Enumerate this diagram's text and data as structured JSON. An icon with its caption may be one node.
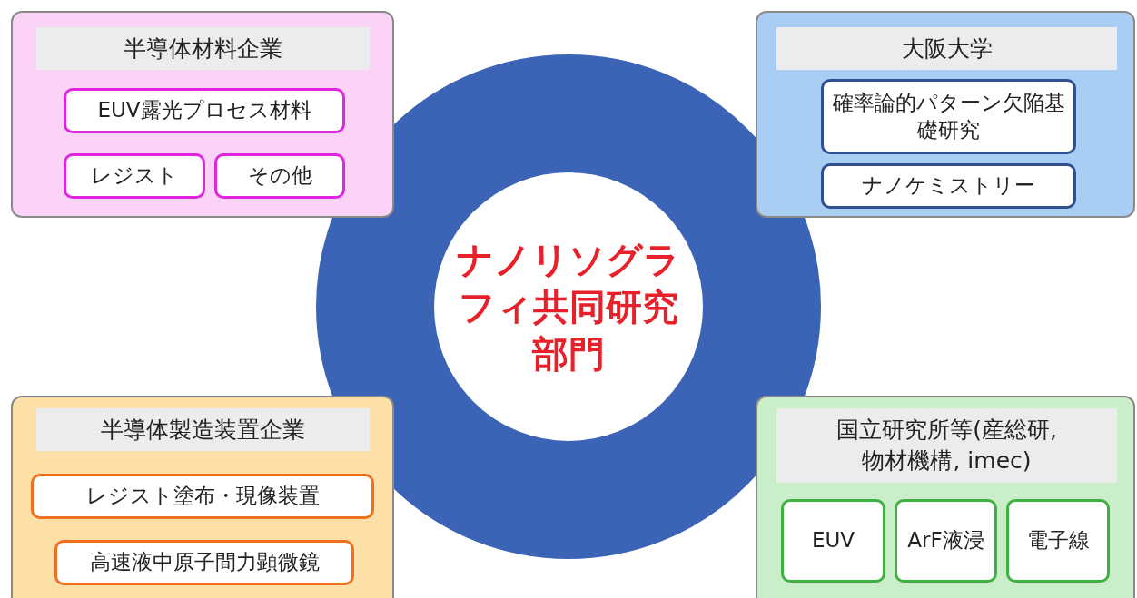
{
  "diagram": {
    "nodes": [
      {
        "text": [
          "半導体材料企業"
        ]
      },
      {
        "text": [
          "EUV露光プロセス材料"
        ],
        "in": 0
      },
      {
        "text": [
          "レジスト"
        ],
        "in": 0
      },
      {
        "text": [
          "その他"
        ],
        "in": 0
      },
      {
        "text": [
          "大阪大学"
        ]
      },
      {
        "text": [
          "確率論的パターン欠陥基礎研究"
        ],
        "in": 4
      },
      {
        "text": [
          "ナノケミストリー"
        ],
        "in": 4
      },
      {
        "text": [
          "ナノリソグラフィ共同研究部門"
        ]
      },
      {
        "text": [
          "半導体製造装置企業"
        ]
      },
      {
        "text": [
          "レジスト塗布・現像装置"
        ],
        "in": 8
      },
      {
        "text": [
          "高速液中原子間力顕微鏡"
        ],
        "in": 8
      },
      {
        "text": [
          "国立研究所等(産総研, 物材機構, imec)"
        ]
      },
      {
        "text": [
          "EUV"
        ],
        "in": 11
      },
      {
        "text": [
          "ArF液浸"
        ],
        "in": 11
      },
      {
        "text": [
          "電子線"
        ],
        "in": 11
      }
    ]
  }
}
